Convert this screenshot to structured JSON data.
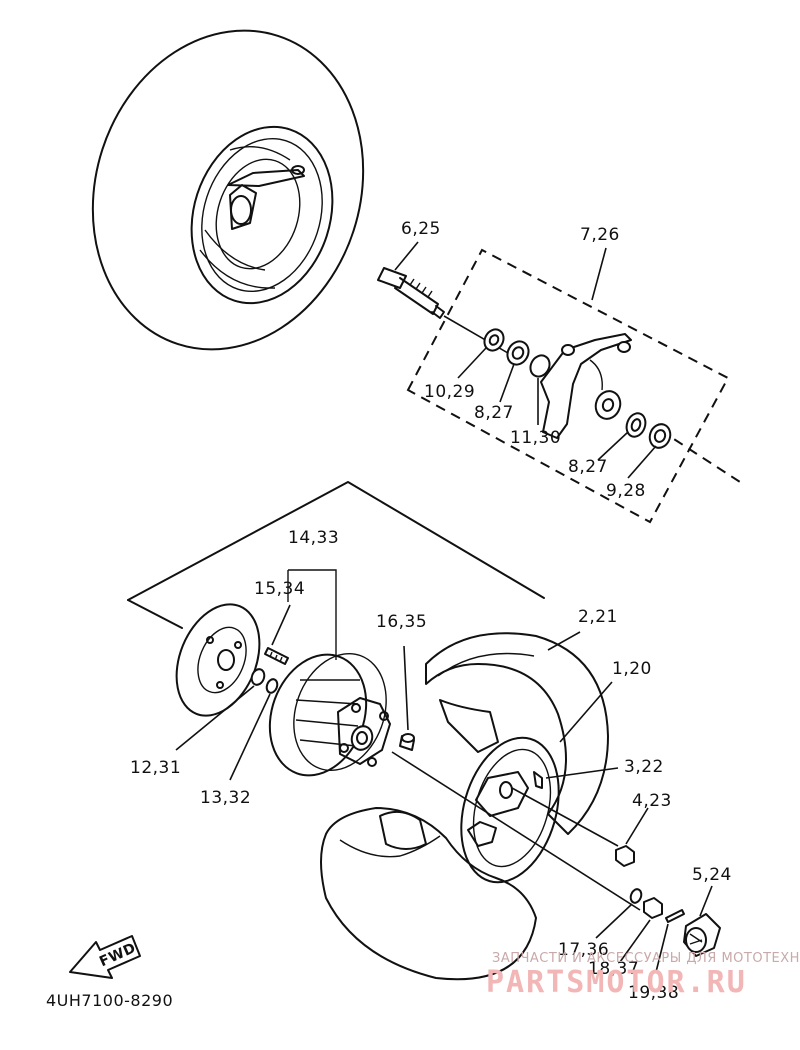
{
  "labels": {
    "p6": "6,25",
    "p7": "7,26",
    "p10": "10,29",
    "p8a": "8,27",
    "p11": "11,30",
    "p8b": "8,27",
    "p9": "9,28",
    "p14": "14,33",
    "p15": "15,34",
    "p16": "16,35",
    "p2": "2,21",
    "p1": "1,20",
    "p3": "3,22",
    "p4": "4,23",
    "p5": "5,24",
    "p12": "12,31",
    "p13": "13,32",
    "p17": "17,36",
    "p18": "18,37",
    "p19": "19,38"
  },
  "fwd_arrow_label": "FWD",
  "diagram_code": "4UH7100-8290",
  "watermark": {
    "tagline": "ЗАПЧАСТИ И АКСЕССУАРЫ ДЛЯ МОТОТЕХНИКИ",
    "brand": "PARTSMOTOR.RU",
    "color": "#f2b6b6"
  }
}
